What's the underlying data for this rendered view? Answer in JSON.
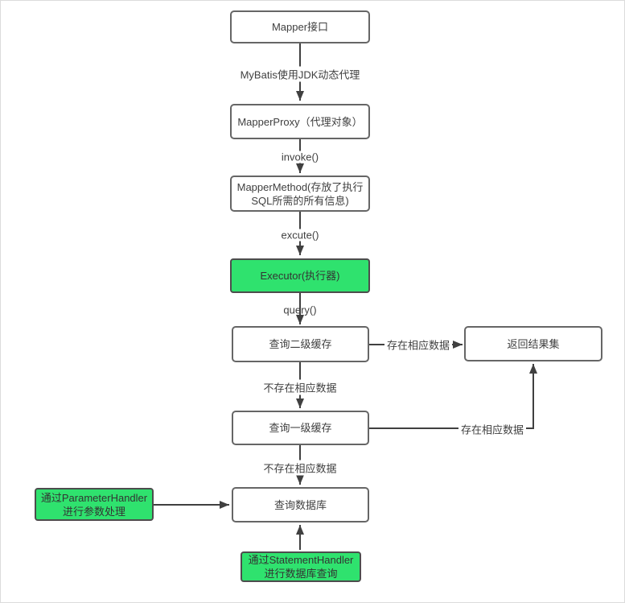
{
  "diagram": {
    "nodes": {
      "mapper_interface": {
        "label": "Mapper接口"
      },
      "mapper_proxy": {
        "label": "MapperProxy（代理对象）"
      },
      "mapper_method": {
        "line1": "MapperMethod(存放了执行",
        "line2": "SQL所需的所有信息)"
      },
      "executor": {
        "label": "Executor(执行器)"
      },
      "query_l2_cache": {
        "label": "查询二级缓存"
      },
      "return_result": {
        "label": "返回结果集"
      },
      "query_l1_cache": {
        "label": "查询一级缓存"
      },
      "query_database": {
        "label": "查询数据库"
      },
      "parameter_handler": {
        "line1": "通过ParameterHandler",
        "line2": "进行参数处理"
      },
      "statement_handler": {
        "line1": "通过StatementHandler",
        "line2": "进行数据库查询"
      }
    },
    "edge_labels": {
      "jdk_proxy": "MyBatis使用JDK动态代理",
      "invoke": "invoke()",
      "excute": "excute()",
      "query": "query()",
      "l2_hit": "存在相应数据",
      "l2_miss": "不存在相应数据",
      "l1_hit": "存在相应数据",
      "l1_miss": "不存在相应数据"
    },
    "colors": {
      "highlight_fill": "#2FE26E",
      "box_border": "#666666",
      "green_border": "#4D4D4D",
      "connector": "#404040",
      "text": "#3F3F3F"
    }
  }
}
